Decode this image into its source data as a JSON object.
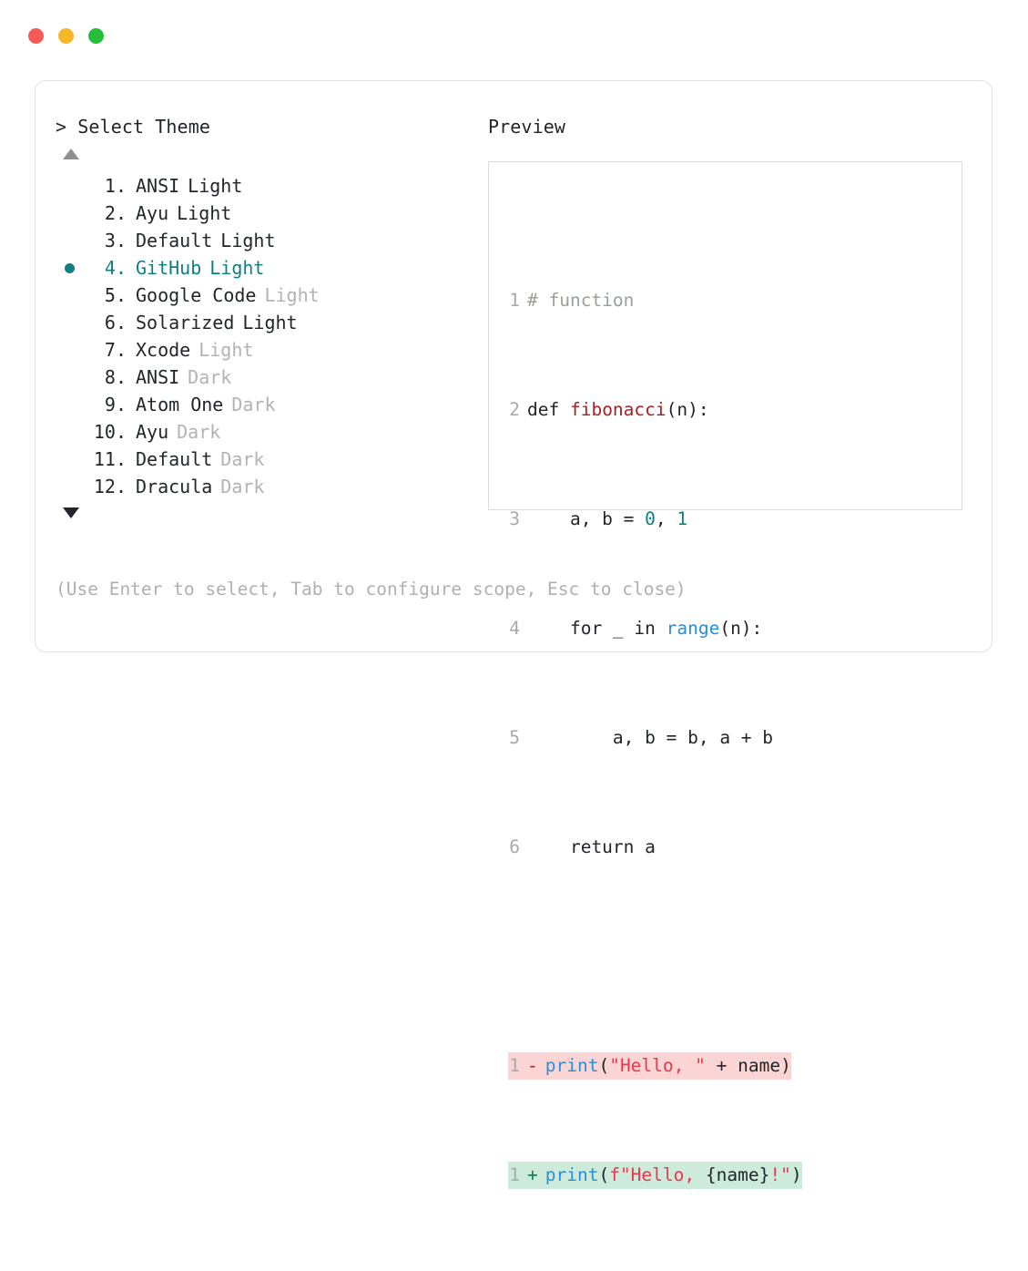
{
  "window": {
    "dots": [
      {
        "name": "close",
        "color": "#f45b56"
      },
      {
        "name": "minimize",
        "color": "#f5b82a"
      },
      {
        "name": "maximize",
        "color": "#25bf3c"
      }
    ]
  },
  "prompt": {
    "title": "> Select Theme",
    "scroll_up_icon": "triangle-up-icon",
    "scroll_down_icon": "triangle-down-icon",
    "selected_index": 4,
    "accent_color": "#0f7f84"
  },
  "themes": [
    {
      "index": "1.",
      "name": "ANSI",
      "suffix": "Light",
      "suffix_muted": false,
      "selected": false
    },
    {
      "index": "2.",
      "name": "Ayu",
      "suffix": "Light",
      "suffix_muted": false,
      "selected": false
    },
    {
      "index": "3.",
      "name": "Default",
      "suffix": "Light",
      "suffix_muted": false,
      "selected": false
    },
    {
      "index": "4.",
      "name": "GitHub",
      "suffix": "Light",
      "suffix_muted": false,
      "selected": true
    },
    {
      "index": "5.",
      "name": "Google Code",
      "suffix": "Light",
      "suffix_muted": true,
      "selected": false
    },
    {
      "index": "6.",
      "name": "Solarized",
      "suffix": "Light",
      "suffix_muted": false,
      "selected": false
    },
    {
      "index": "7.",
      "name": "Xcode",
      "suffix": "Light",
      "suffix_muted": true,
      "selected": false
    },
    {
      "index": "8.",
      "name": "ANSI",
      "suffix": "Dark",
      "suffix_muted": true,
      "selected": false
    },
    {
      "index": "9.",
      "name": "Atom One",
      "suffix": "Dark",
      "suffix_muted": true,
      "selected": false
    },
    {
      "index": "10.",
      "name": "Ayu",
      "suffix": "Dark",
      "suffix_muted": true,
      "selected": false
    },
    {
      "index": "11.",
      "name": "Default",
      "suffix": "Dark",
      "suffix_muted": true,
      "selected": false
    },
    {
      "index": "12.",
      "name": "Dracula",
      "suffix": "Dark",
      "suffix_muted": true,
      "selected": false
    }
  ],
  "preview": {
    "title": "Preview",
    "code": {
      "line1_no": "1",
      "line1_comment": "# function",
      "line2_no": "2",
      "line2_kw": "def ",
      "line2_fn": "fibonacci",
      "line2_rest": "(n):",
      "line3_no": "3",
      "line3_a": "    a, b = ",
      "line3_num1": "0",
      "line3_sep": ", ",
      "line3_num2": "1",
      "line4_no": "4",
      "line4_a": "    for _ in ",
      "line4_builtin": "range",
      "line4_b": "(n):",
      "line5_no": "5",
      "line5_text": "        a, b = b, a + b",
      "line6_no": "6",
      "line6_text": "    return a"
    },
    "diff": {
      "del_no": "1",
      "del_sign": "-",
      "del_fn": "print",
      "del_paren_open": "(",
      "del_str": "\"Hello, \"",
      "del_mid": " + name",
      "del_paren_close": ")",
      "add_no": "1",
      "add_sign": "+",
      "add_fn": "print",
      "add_paren_open": "(",
      "add_str1": "f\"Hello, ",
      "add_var": "{name}",
      "add_str2": "!\"",
      "add_paren_close": ")"
    }
  },
  "hint": "(Use Enter to select, Tab to configure scope, Esc to close)"
}
